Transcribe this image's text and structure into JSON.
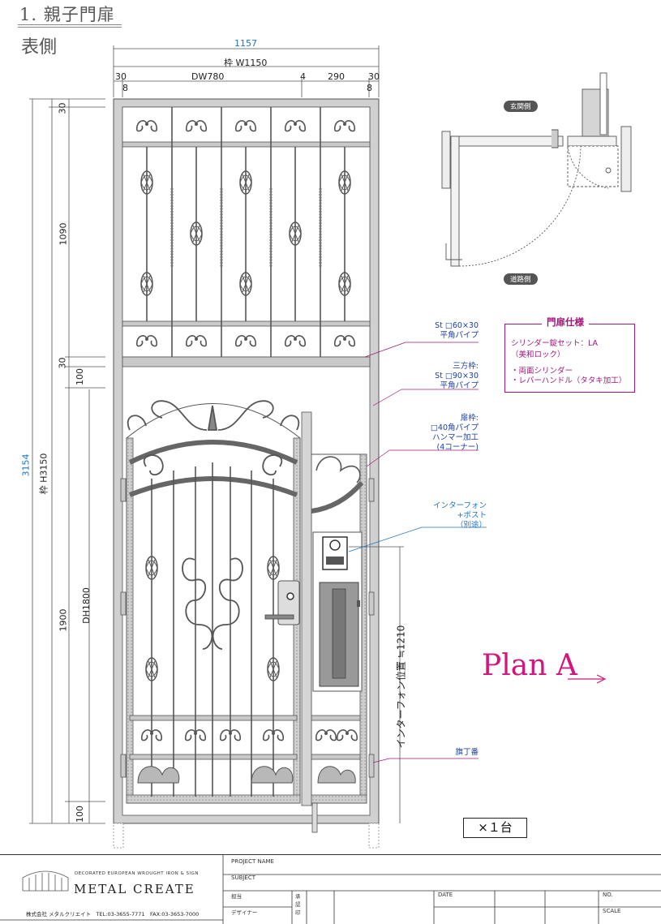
{
  "header": {
    "title": "1. 親子門扉",
    "subtitle": "表側"
  },
  "dimensions": {
    "overall_width": "1157",
    "frame_width": "枠 W1150",
    "left_margin": "30",
    "door_width": "DW780",
    "gap": "4",
    "side_width": "290",
    "right_margin": "30",
    "left_inner": "8",
    "right_inner": "8",
    "overall_height": "3154",
    "frame_height": "枠 H3150",
    "top_30": "30",
    "transom_height": "1090",
    "mid_30": "30",
    "mid_100": "100",
    "door_height": "DH1800",
    "lower_1900": "1900",
    "bottom_100": "100",
    "intercom_height": "インターフォン位置 ≒1210"
  },
  "annotations": {
    "pipe": [
      "St □60×30",
      "平角パイプ"
    ],
    "frame3": [
      "三方枠:",
      "St □90×30",
      "平角パイプ"
    ],
    "doorframe": [
      "扉枠:",
      "□40角パイプ",
      "ハンマー加工",
      "(4コーナー)"
    ],
    "intercom": [
      "インターフォン",
      "+ポスト",
      "（別途）"
    ],
    "hinge": "旗丁番"
  },
  "spec": {
    "title": "門扉仕様",
    "line1": "シリンダー錠セット：LA",
    "line2": "（美和ロック）",
    "line3": "・両面シリンダー",
    "line4": "・レバーハンドル（タタキ加工）"
  },
  "plan_view": {
    "entrance_label": "玄関側",
    "road_label": "道路側"
  },
  "plan_label": "Plan A",
  "quantity": "×１台",
  "title_block": {
    "tagline": "DECORATED EUROPEAN WROUGHT IRON & SIGN",
    "brand": "METAL CREATE",
    "company": "株式会社 メタルクリエイト　TEL:03-3655-7771　FAX:03-3653-7000",
    "project_name": "PROJECT NAME",
    "subject": "SUBJECT",
    "tantou": "担当",
    "designer": "デザイナー",
    "approval": [
      "承",
      "認",
      "印"
    ],
    "date": "DATE",
    "no": "NO.",
    "scale": "SCALE"
  },
  "colors": {
    "metal": "#c9c9c9",
    "metal_dark": "#6f6f6f",
    "magenta": "#a1177b",
    "plan": "#d1167d",
    "dim_blue": "#1f74c4",
    "annotation": "#1a3fa6"
  }
}
